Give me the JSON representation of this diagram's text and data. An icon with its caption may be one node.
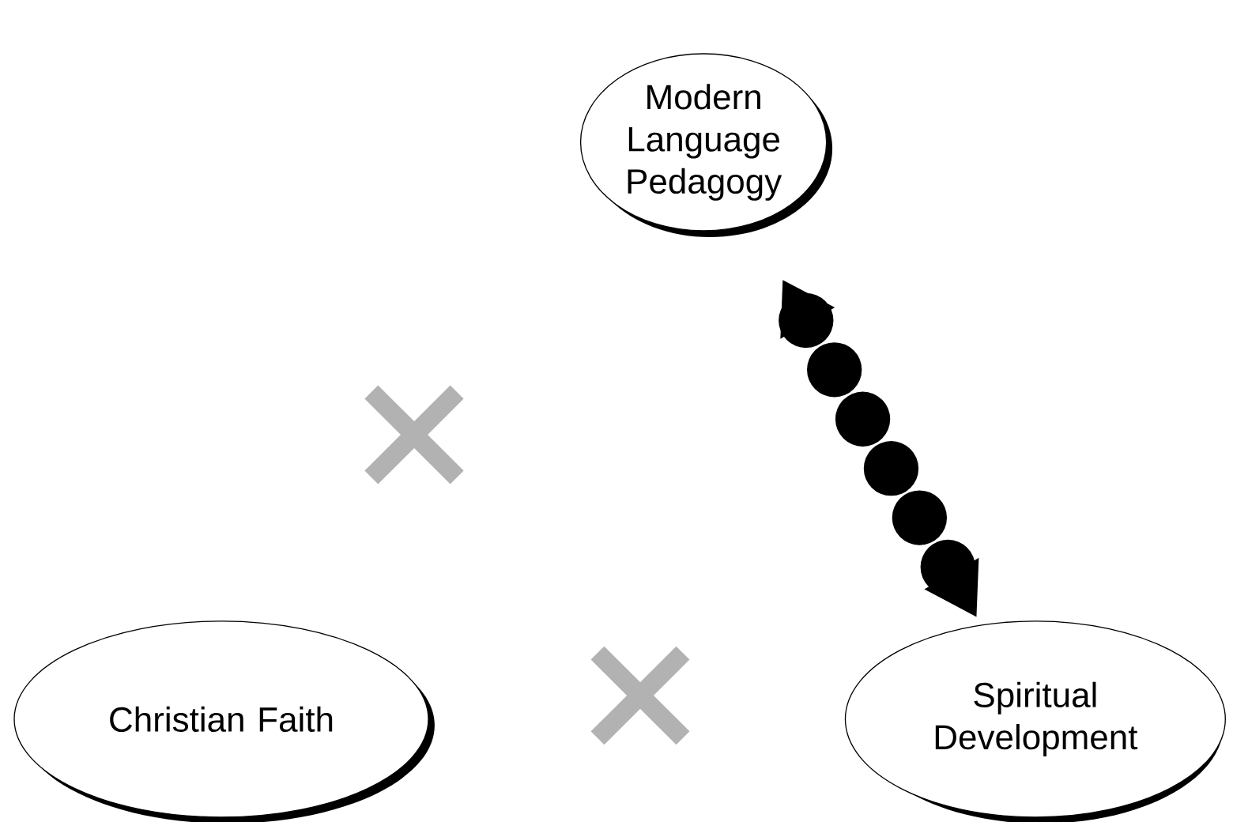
{
  "diagram": {
    "nodes": [
      {
        "text": [
          "Modern Language Pedagogy"
        ]
      },
      {
        "text": [
          "Christian Faith"
        ]
      },
      {
        "text": [
          "Spiritual Development"
        ]
      }
    ],
    "edges": [
      {
        "from": 0,
        "to": 2,
        "arrow": "both"
      }
    ]
  }
}
